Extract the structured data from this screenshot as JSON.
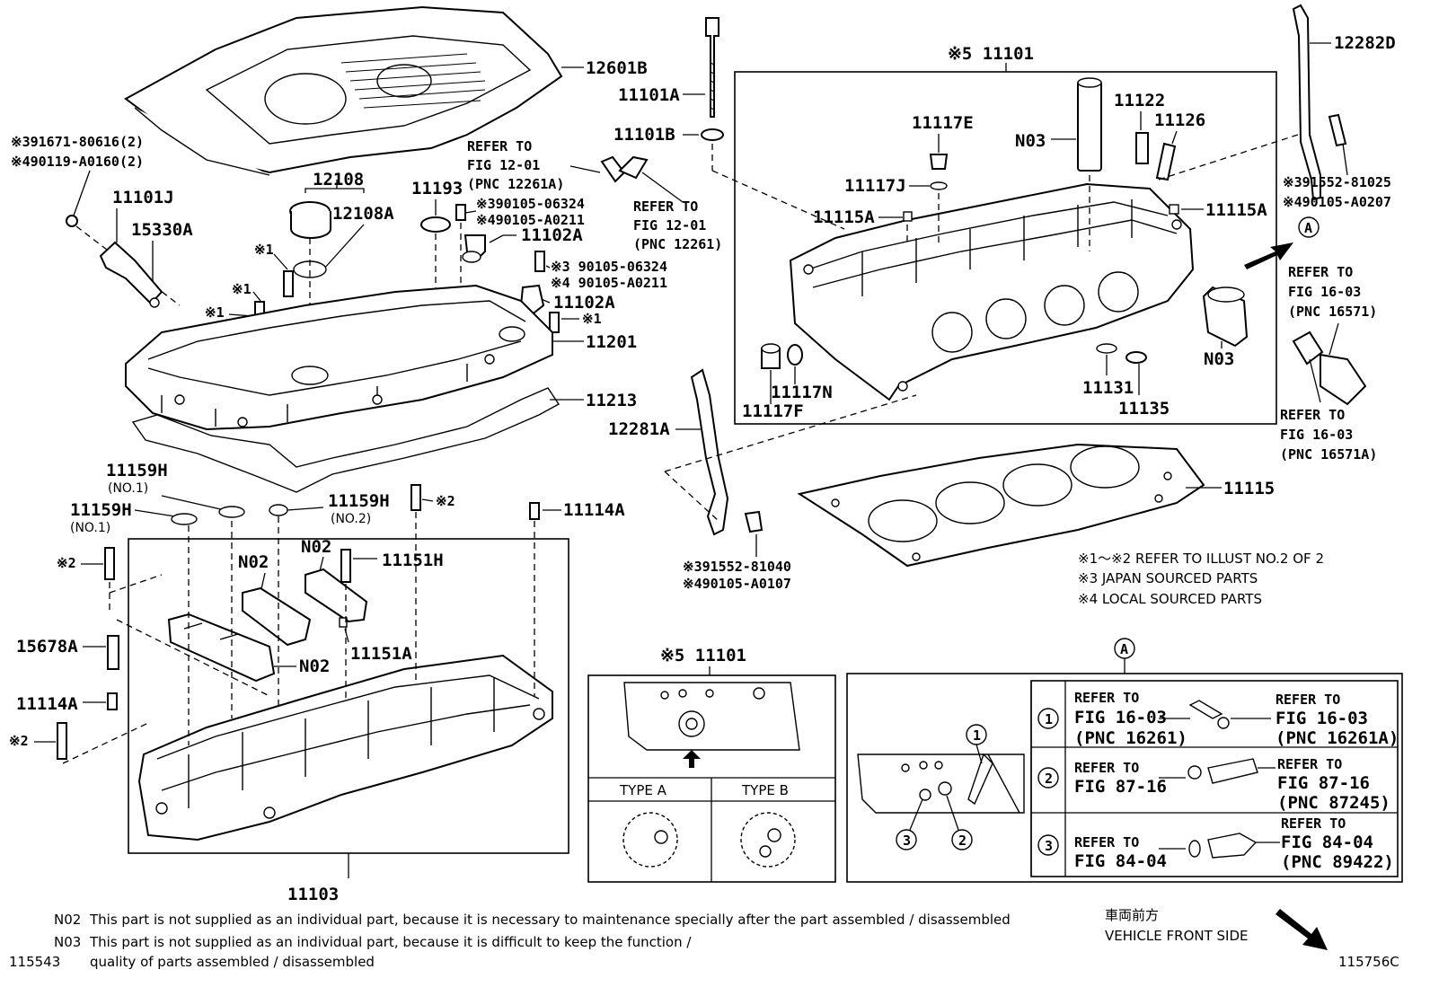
{
  "labels": {
    "cover": "12601B",
    "cover_bolts_3": "※391671-80616(2)",
    "cover_bolts_4": "※490119-A0160(2)",
    "ocv": "11101J",
    "ocv_oring": "15330A",
    "oil_cap": "12108",
    "oil_cap_gasket": "12108A",
    "seal_ring": "11193",
    "sensor_bolt_3a": "※390105-06324",
    "sensor_bolt_4a": "※490105-A0211",
    "cam_sensor_1": "11102A",
    "sensor_bolt_3b": "※3 90105-06324",
    "sensor_bolt_4b": "※4 90105-A0211",
    "cam_sensor_2": "11102A",
    "mark1_a": "※1",
    "mark1_b": "※1",
    "mark1_c": "※1",
    "mark1_d": "※1",
    "head_cover": "11201",
    "cover_gasket": "11213",
    "ref1_l1": "REFER TO",
    "ref1_l2": "FIG 12-01",
    "ref1_l3": "(PNC 12261A)",
    "ref2_l1": "REFER TO",
    "ref2_l2": "FIG 12-01",
    "ref2_l3": "(PNC 12261)",
    "head_bolt": "11101A",
    "head_washer": "11101B",
    "head_assy": "※5 11101",
    "plug_tube": "N03",
    "stud_1": "11122",
    "stud_2": "11126",
    "plug_e": "11117E",
    "gasket_j": "11117J",
    "pin_a_left": "11115A",
    "pin_a_right": "11115A",
    "plug_n": "11117N",
    "plug_f": "11117F",
    "washer_131": "11131",
    "washer_135": "11135",
    "n03_right": "N03",
    "hanger_right": "12282D",
    "hanger_bolt_3": "※391552-81025",
    "hanger_bolt_4": "※490105-A0207",
    "ref3_l1": "REFER TO",
    "ref3_l2": "FIG 16-03",
    "ref3_l3": "(PNC 16571)",
    "ref4_l1": "REFER TO",
    "ref4_l2": "FIG 16-03",
    "ref4_l3": "(PNC 16571A)",
    "view_a": "A",
    "hanger_left": "12281A",
    "hanger_l_bolt_3": "※391552-81040",
    "hanger_l_bolt_4": "※490105-A0107",
    "head_gasket": "11115",
    "note_1_2": "※1～※2  REFER TO ILLUST NO.2 OF 2",
    "note_3": "※3 JAPAN SOURCED PARTS",
    "note_4": "※4 LOCAL SOURCED PARTS",
    "washer_h1": "11159H",
    "washer_h1_sub": "(NO.1)",
    "washer_h1b": "11159H",
    "washer_h1b_sub": "(NO.1)",
    "washer_h2": "11159H",
    "washer_h2_sub": "(NO.2)",
    "mark2_a": "※2",
    "mark2_b": "※2",
    "mark2_c": "※2",
    "pin_114a_top": "11114A",
    "n02_a": "N02",
    "n02_b": "N02",
    "n02_c": "N02",
    "bolt_151h": "11151H",
    "pin_151a": "11151A",
    "plug_678": "15678A",
    "pin_114a_left": "11114A",
    "cam_housing": "11103",
    "inset_title": "※5 11101",
    "type_a": "TYPE A",
    "type_b": "TYPE B",
    "view_a_inset": "A",
    "row1_left_1": "REFER TO",
    "row1_left_2": "FIG 16-03",
    "row1_left_3": "(PNC 16261)",
    "row1_right_1": "REFER TO",
    "row1_right_2": "FIG 16-03",
    "row1_right_3": "(PNC 16261A)",
    "row2_left_1": "REFER TO",
    "row2_left_2": "FIG 87-16",
    "row2_right_1": "REFER TO",
    "row2_right_2": "FIG 87-16",
    "row2_right_3": "(PNC 87245)",
    "row3_left_1": "REFER TO",
    "row3_left_2": "FIG 84-04",
    "row3_right_1": "REFER TO",
    "row3_right_2": "FIG 84-04",
    "row3_right_3": "(PNC 89422)",
    "circle_1": "1",
    "circle_2": "2",
    "circle_3": "3"
  },
  "footer": {
    "n02_code": "N02",
    "n02_text": "This part is not supplied as an individual part, because it is necessary to maintenance specially after the part assembled / disassembled",
    "n03_code": "N03",
    "n03_text_1": "This part is not supplied as an individual part, because it is difficult to keep the function /",
    "n03_text_2": "quality of parts  assembled / disassembled",
    "ref_left": "115543",
    "ref_right": "115756C",
    "front_jp": "車両前方",
    "front_en": "VEHICLE FRONT SIDE"
  }
}
